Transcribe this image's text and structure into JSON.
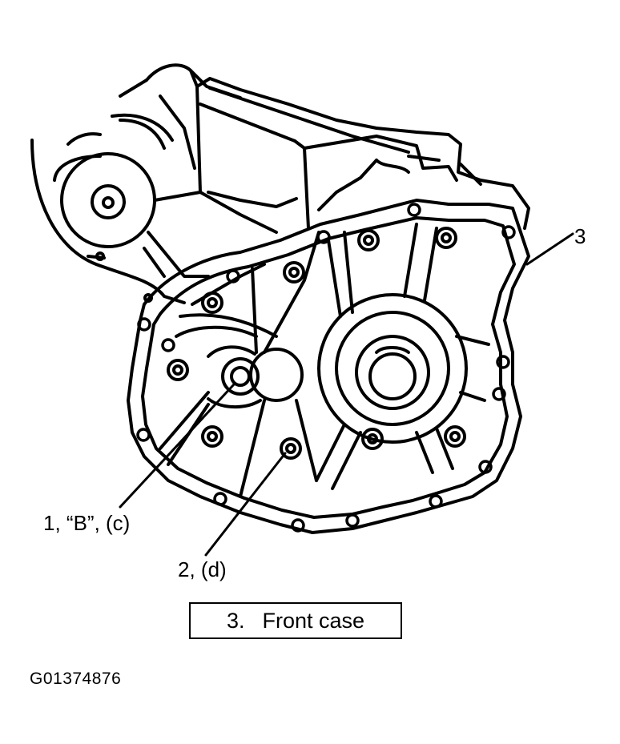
{
  "callouts": {
    "part_3": "3",
    "part_1": "1, “B”, (c)",
    "part_2": "2, (d)"
  },
  "caption": {
    "number": "3.",
    "text": "Front case"
  },
  "figure_id": "G01374876",
  "colors": {
    "line": "#000000",
    "background": "#ffffff"
  }
}
